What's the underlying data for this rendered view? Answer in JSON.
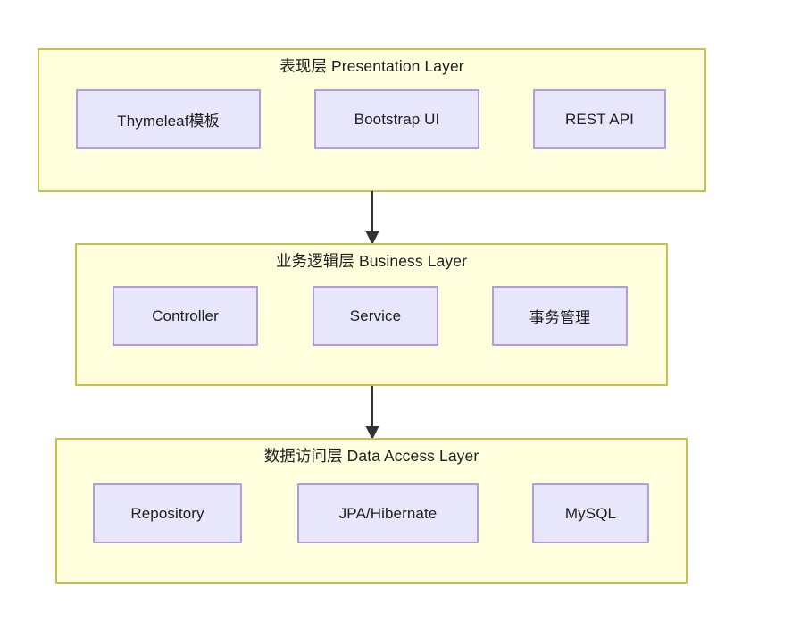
{
  "diagram": {
    "title_text": "",
    "colors": {
      "layer_fill": "#ffffdd",
      "layer_border": "#c2c24d",
      "node_fill": "#e8e6fb",
      "node_border": "#b29cdb",
      "text": "#1d1d1d",
      "arrow": "#333333",
      "background": "#ffffff"
    },
    "layers": [
      {
        "id": "presentation",
        "title": "表现层 Presentation Layer",
        "nodes": [
          {
            "id": "thymeleaf",
            "label": "Thymeleaf模板"
          },
          {
            "id": "bootstrap",
            "label": "Bootstrap UI"
          },
          {
            "id": "restapi",
            "label": "REST API"
          }
        ]
      },
      {
        "id": "business",
        "title": "业务逻辑层 Business Layer",
        "nodes": [
          {
            "id": "controller",
            "label": "Controller"
          },
          {
            "id": "service",
            "label": "Service"
          },
          {
            "id": "transaction",
            "label": "事务管理"
          }
        ]
      },
      {
        "id": "data",
        "title": "数据访问层 Data Access Layer",
        "nodes": [
          {
            "id": "repository",
            "label": "Repository"
          },
          {
            "id": "jpa",
            "label": "JPA/Hibernate"
          },
          {
            "id": "mysql",
            "label": "MySQL"
          }
        ]
      }
    ],
    "connectors": [
      {
        "id": "presentation-to-business",
        "from": "presentation",
        "to": "business",
        "style": "solid-arrow-down"
      },
      {
        "id": "business-to-data",
        "from": "business",
        "to": "data",
        "style": "solid-arrow-down"
      }
    ]
  }
}
